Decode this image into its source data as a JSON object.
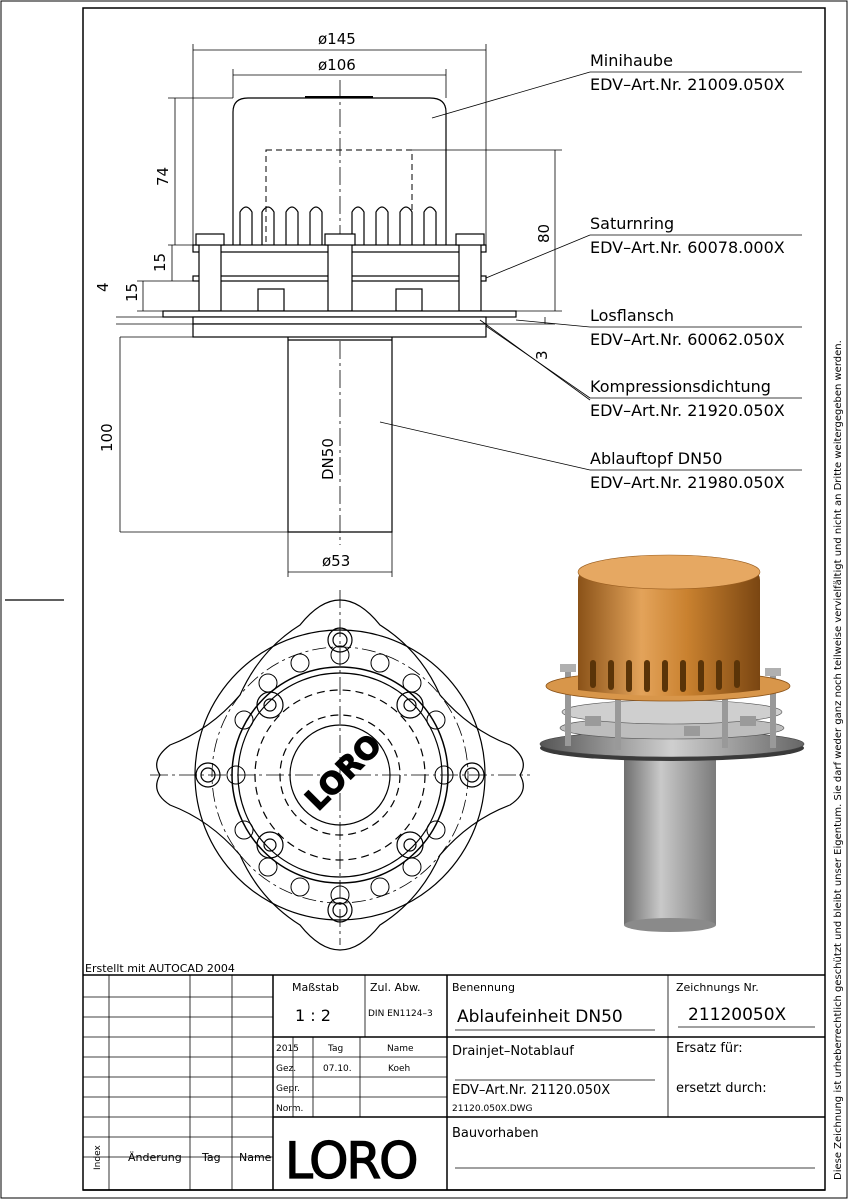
{
  "drawing": {
    "dims": {
      "d145": "ø145",
      "d106": "ø106",
      "h74": "74",
      "h80": "80",
      "h15a": "15",
      "h4": "4",
      "h15b": "15",
      "h3": "3",
      "h100": "100",
      "d53": "ø53",
      "dn50": "DN50"
    },
    "parts": [
      {
        "name": "Minihaube",
        "art": "EDV–Art.Nr. 21009.050X"
      },
      {
        "name": "Saturnring",
        "art": "EDV–Art.Nr. 60078.000X"
      },
      {
        "name": "Losflansch",
        "art": "EDV–Art.Nr. 60062.050X"
      },
      {
        "name": "Kompressionsdichtung",
        "art": "EDV–Art.Nr. 21920.050X"
      },
      {
        "name": "Ablauftopf DN50",
        "art": "EDV–Art.Nr. 21980.050X"
      }
    ],
    "logo": "LORO",
    "side_note": "Diese Zeichnung ist urheberrechtlich geschützt und bleibt unser Eigentum. Sie darf weder ganz noch teilweise vervielfältigt und nicht an Dritte weitergegeben werden.",
    "colors": {
      "cap": "#c9812f",
      "metal": "#a9a9a9",
      "seal": "#222222"
    }
  },
  "titleblock": {
    "created": "Erstellt mit AUTOCAD 2004",
    "massstab_label": "Maßstab",
    "massstab": "1 : 2",
    "zul_label": "Zul. Abw.",
    "zul": "DIN EN1124–3",
    "benennung_label": "Benennung",
    "benennung": "Ablaufeinheit DN50",
    "zeichnung_label": "Zeichnungs Nr.",
    "zeichnung": "21120050X",
    "year": "2015",
    "tag_label": "Tag",
    "name_label": "Name",
    "gez_label": "Gez.",
    "gez_tag": "07.10.",
    "gez_name": "Koeh",
    "gepr_label": "Gepr.",
    "norm_label": "Norm.",
    "product": "Drainjet–Notablauf",
    "art": "EDV–Art.Nr. 21120.050X",
    "dwg": "21120.050X.DWG",
    "ersatz_fuer": "Ersatz für:",
    "ersetzt_durch": "ersetzt durch:",
    "bauvorhaben": "Bauvorhaben",
    "rev_index": "Index",
    "rev_aenderung": "Änderung",
    "rev_tag": "Tag",
    "rev_name": "Name",
    "logo": "LORO"
  }
}
